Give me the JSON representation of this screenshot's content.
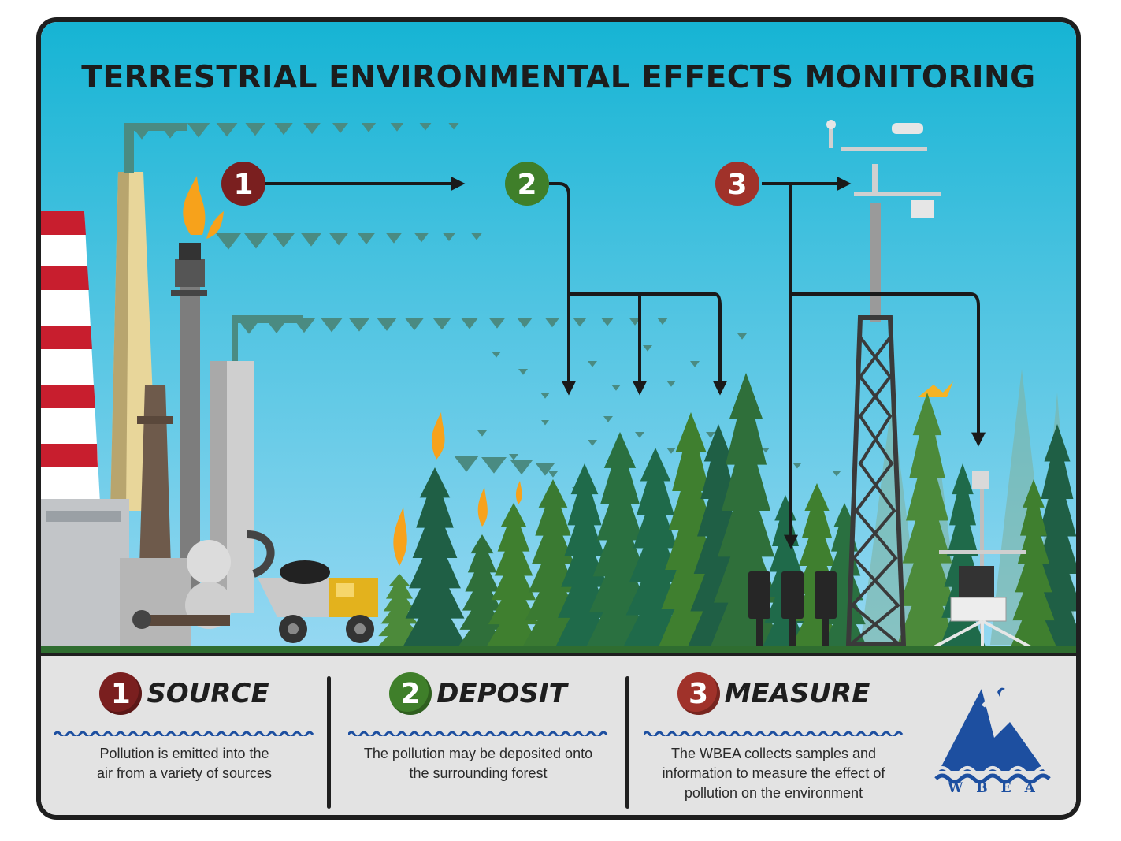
{
  "title": "TERRESTRIAL ENVIRONMENTAL EFFECTS MONITORING",
  "steps": [
    {
      "number": "1",
      "title": "SOURCE",
      "description_line1": "Pollution is emitted into the",
      "description_line2": "air from a variety of sources",
      "color": "#7a1f1f"
    },
    {
      "number": "2",
      "title": "DEPOSIT",
      "description_line1": "The pollution may be deposited onto",
      "description_line2": "the surrounding forest",
      "color": "#3f7f2a"
    },
    {
      "number": "3",
      "title": "MEASURE",
      "description_line1": "The WBEA collects samples and",
      "description_line2": "information to measure the effect of",
      "description_line3": "pollution on the environment",
      "color": "#a0322a"
    }
  ],
  "logo": {
    "text": "WBEA",
    "color": "#1d4fa0"
  },
  "colors": {
    "sky_top": "#2fb3d6",
    "sky_bottom": "#8fd4f0",
    "pollution": "#4a8b82",
    "panel": "#e3e3e3",
    "tree_dark": "#1f5f45",
    "tree_green": "#3f7f2f"
  }
}
